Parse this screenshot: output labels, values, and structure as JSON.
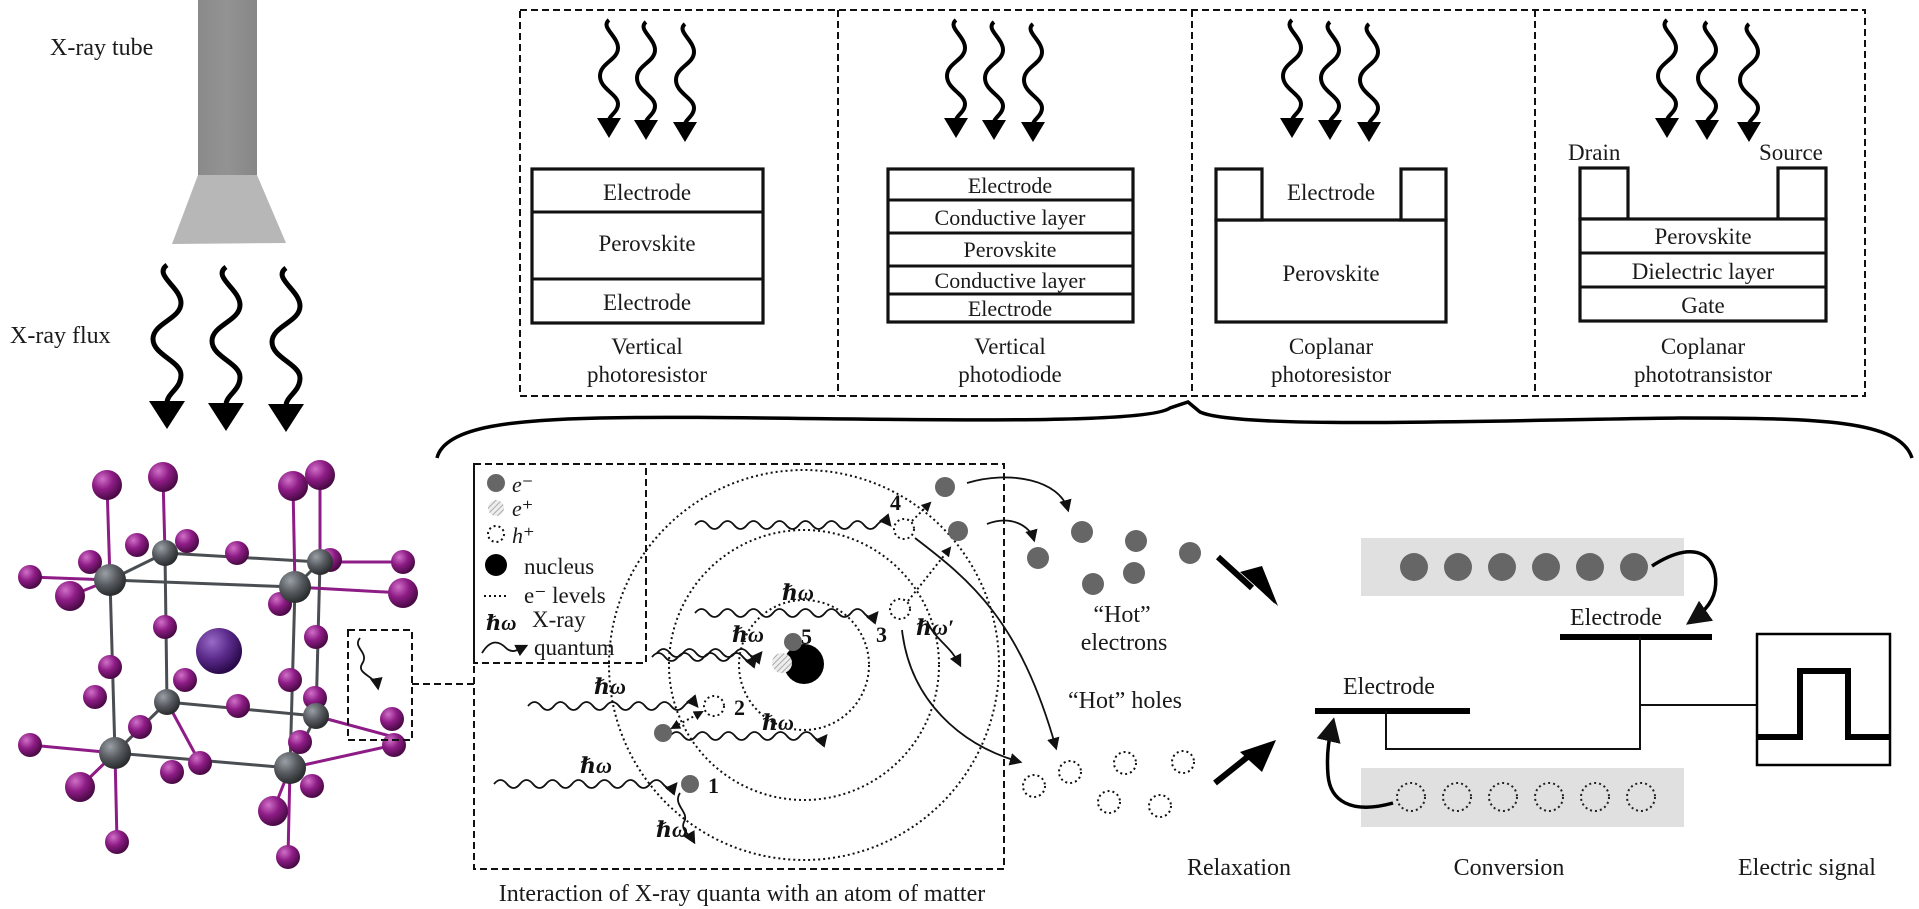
{
  "source": {
    "tube_label": "X-ray tube",
    "flux_label": "X-ray flux"
  },
  "devices": [
    {
      "title_line1": "Vertical",
      "title_line2": "photoresistor",
      "layers": [
        "Electrode",
        "Perovskite",
        "Electrode"
      ]
    },
    {
      "title_line1": "Vertical",
      "title_line2": "photodiode",
      "layers": [
        "Electrode",
        "Conductive layer",
        "Perovskite",
        "Conductive layer",
        "Electrode"
      ]
    },
    {
      "title_line1": "Coplanar",
      "title_line2": "photoresistor",
      "layers": [
        "Electrode",
        "Perovskite"
      ]
    },
    {
      "title_line1": "Coplanar",
      "title_line2": "phototransistor",
      "contacts": [
        "Drain",
        "Source"
      ],
      "layers": [
        "Perovskite",
        "Dielectric layer",
        "Gate"
      ]
    }
  ],
  "legend": {
    "electron": "e⁻",
    "positron": "e⁺",
    "hole": "h⁺",
    "nucleus": "nucleus",
    "levels": "e⁻ levels",
    "quantum_symbol": "ℏω",
    "quantum_line1": "X-ray",
    "quantum_line2": "quantum"
  },
  "atom": {
    "caption": "Interaction of X-ray quanta with an atom of matter",
    "quantum_label": "ℏω",
    "quantum_prime_label": "ℏω′",
    "process_numbers": [
      "1",
      "2",
      "3",
      "4",
      "5"
    ]
  },
  "carriers": {
    "hot_electrons_line1": "“Hot”",
    "hot_electrons_line2": "electrons",
    "hot_holes": "“Hot” holes"
  },
  "conversion": {
    "electrode_top": "Electrode",
    "electrode_bottom": "Electrode",
    "electron_count": 6,
    "hole_count": 6
  },
  "stages": {
    "relaxation": "Relaxation",
    "conversion": "Conversion",
    "signal": "Electric signal"
  },
  "colors": {
    "iodine": "#8e1c86",
    "lead": "#55595e",
    "cation": "#5a2a8a",
    "electron": "#666666",
    "band": "#e0e0e0",
    "tube_dark": "#888888",
    "tube_light": "#b8b8b8"
  }
}
